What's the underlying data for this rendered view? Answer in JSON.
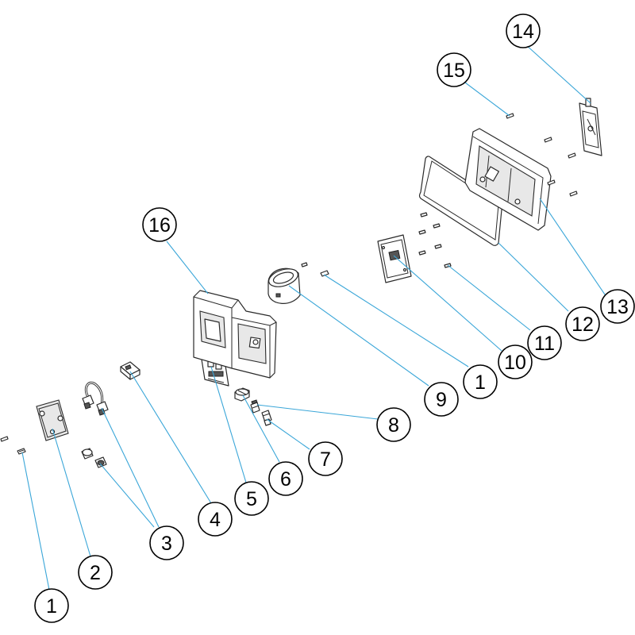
{
  "callouts": [
    {
      "id": "c1a",
      "label": "1"
    },
    {
      "id": "c2",
      "label": "2"
    },
    {
      "id": "c3",
      "label": "3"
    },
    {
      "id": "c4",
      "label": "4"
    },
    {
      "id": "c5",
      "label": "5"
    },
    {
      "id": "c6",
      "label": "6"
    },
    {
      "id": "c7",
      "label": "7"
    },
    {
      "id": "c8",
      "label": "8"
    },
    {
      "id": "c9",
      "label": "9"
    },
    {
      "id": "c1b",
      "label": "1"
    },
    {
      "id": "c10",
      "label": "10"
    },
    {
      "id": "c11",
      "label": "11"
    },
    {
      "id": "c12",
      "label": "12"
    },
    {
      "id": "c13",
      "label": "13"
    },
    {
      "id": "c14",
      "label": "14"
    },
    {
      "id": "c15",
      "label": "15"
    },
    {
      "id": "c16",
      "label": "16"
    }
  ],
  "colors": {
    "leader": "#3aa6d8",
    "outline": "#000000",
    "background": "#ffffff"
  }
}
